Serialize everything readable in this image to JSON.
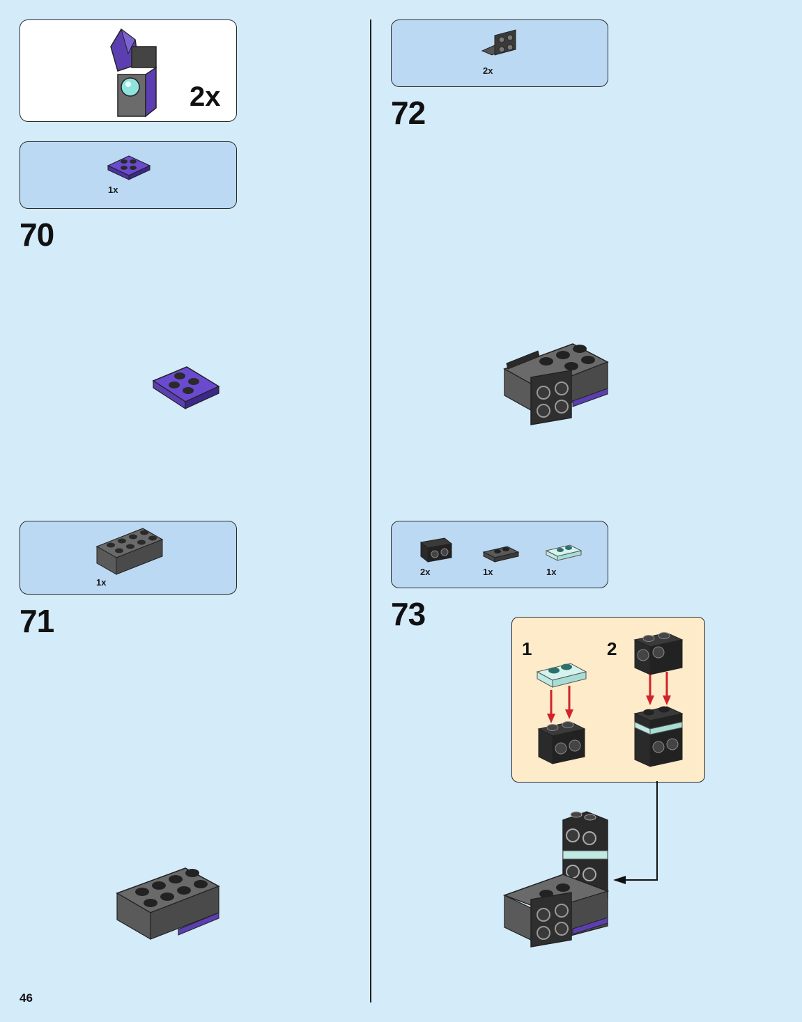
{
  "page_number": "46",
  "subassembly_multiplier": "2x",
  "steps": [
    {
      "number": "70",
      "parts": [
        {
          "qty": "1x",
          "color": "#5b3fb0",
          "name": "purple-plate-2x2"
        }
      ]
    },
    {
      "number": "71",
      "parts": [
        {
          "qty": "1x",
          "color": "#5a5a5a",
          "name": "dark-grey-brick-2x4"
        }
      ]
    },
    {
      "number": "72",
      "parts": [
        {
          "qty": "2x",
          "color": "#4a4a4a",
          "name": "dark-grey-bracket"
        }
      ]
    },
    {
      "number": "73",
      "parts": [
        {
          "qty": "2x",
          "color": "#2f2f2f",
          "name": "black-technic-brick-1x2"
        },
        {
          "qty": "1x",
          "color": "#4a4a4a",
          "name": "dark-grey-plate-1x2"
        },
        {
          "qty": "1x",
          "color": "#bfe9e2",
          "name": "trans-light-blue-plate-1x2"
        }
      ]
    }
  ],
  "callout": {
    "sub1": "1",
    "sub2": "2"
  },
  "colors": {
    "background": "#d4ebf9",
    "parts_box": "#bcd9f3",
    "callout": "#fdebc9",
    "arrow": "#d0232a"
  }
}
